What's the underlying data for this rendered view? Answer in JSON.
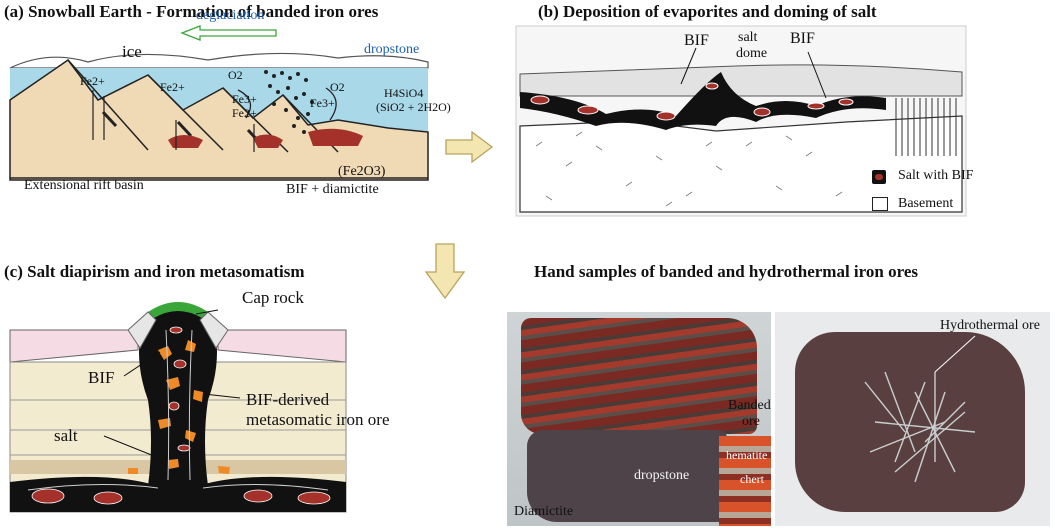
{
  "panel_a": {
    "title": "(a) Snowball Earth - Formation of banded iron ores",
    "ice": "ice",
    "deglaciation": "deglaciation",
    "dropstone": "dropstone",
    "fe2_1": "Fe2+",
    "fe2_2": "Fe2+",
    "fe2_3": "Fe2+",
    "o2_1": "O2",
    "o2_2": "O2",
    "fe3_1": "Fe3+",
    "fe3_2": "Fe3+",
    "h4sio4": "H4SiO4",
    "sio2": "(SiO2 + 2H2O)",
    "fe2o3": "(Fe2O3)",
    "basin": "Extensional rift basin",
    "bif_diamictite": "BIF + diamictite"
  },
  "panel_b": {
    "title": "(b) Deposition of evaporites and doming of salt",
    "bif_left": "BIF",
    "salt_dome_1": "salt",
    "salt_dome_2": "dome",
    "bif_right": "BIF",
    "legend_salt": "Salt with BIF",
    "legend_basement": "Basement"
  },
  "panel_c": {
    "title": "(c) Salt diapirism and iron metasomatism",
    "cap_rock": "Cap rock",
    "bif": "BIF",
    "bif_derived_1": "BIF-derived",
    "bif_derived_2": "metasomatic iron ore",
    "salt": "salt"
  },
  "hand_samples": {
    "title": "Hand samples of banded and hydrothermal iron ores",
    "hydrothermal": "Hydrothermal ore",
    "banded_1": "Banded",
    "banded_2": "ore",
    "dropstone": "dropstone",
    "diamictite": "Diamictite",
    "hematite": "hematite",
    "chert": "chert"
  },
  "colors": {
    "water": "#a9d8e8",
    "sediment": "#f0d9b5",
    "iron": "#a5312b",
    "salt": "#111111",
    "ore": "#f08a24",
    "arrow_fill": "#f3e6b0",
    "arrow_stroke": "#b9a35e",
    "cap": "#3aa63a"
  }
}
